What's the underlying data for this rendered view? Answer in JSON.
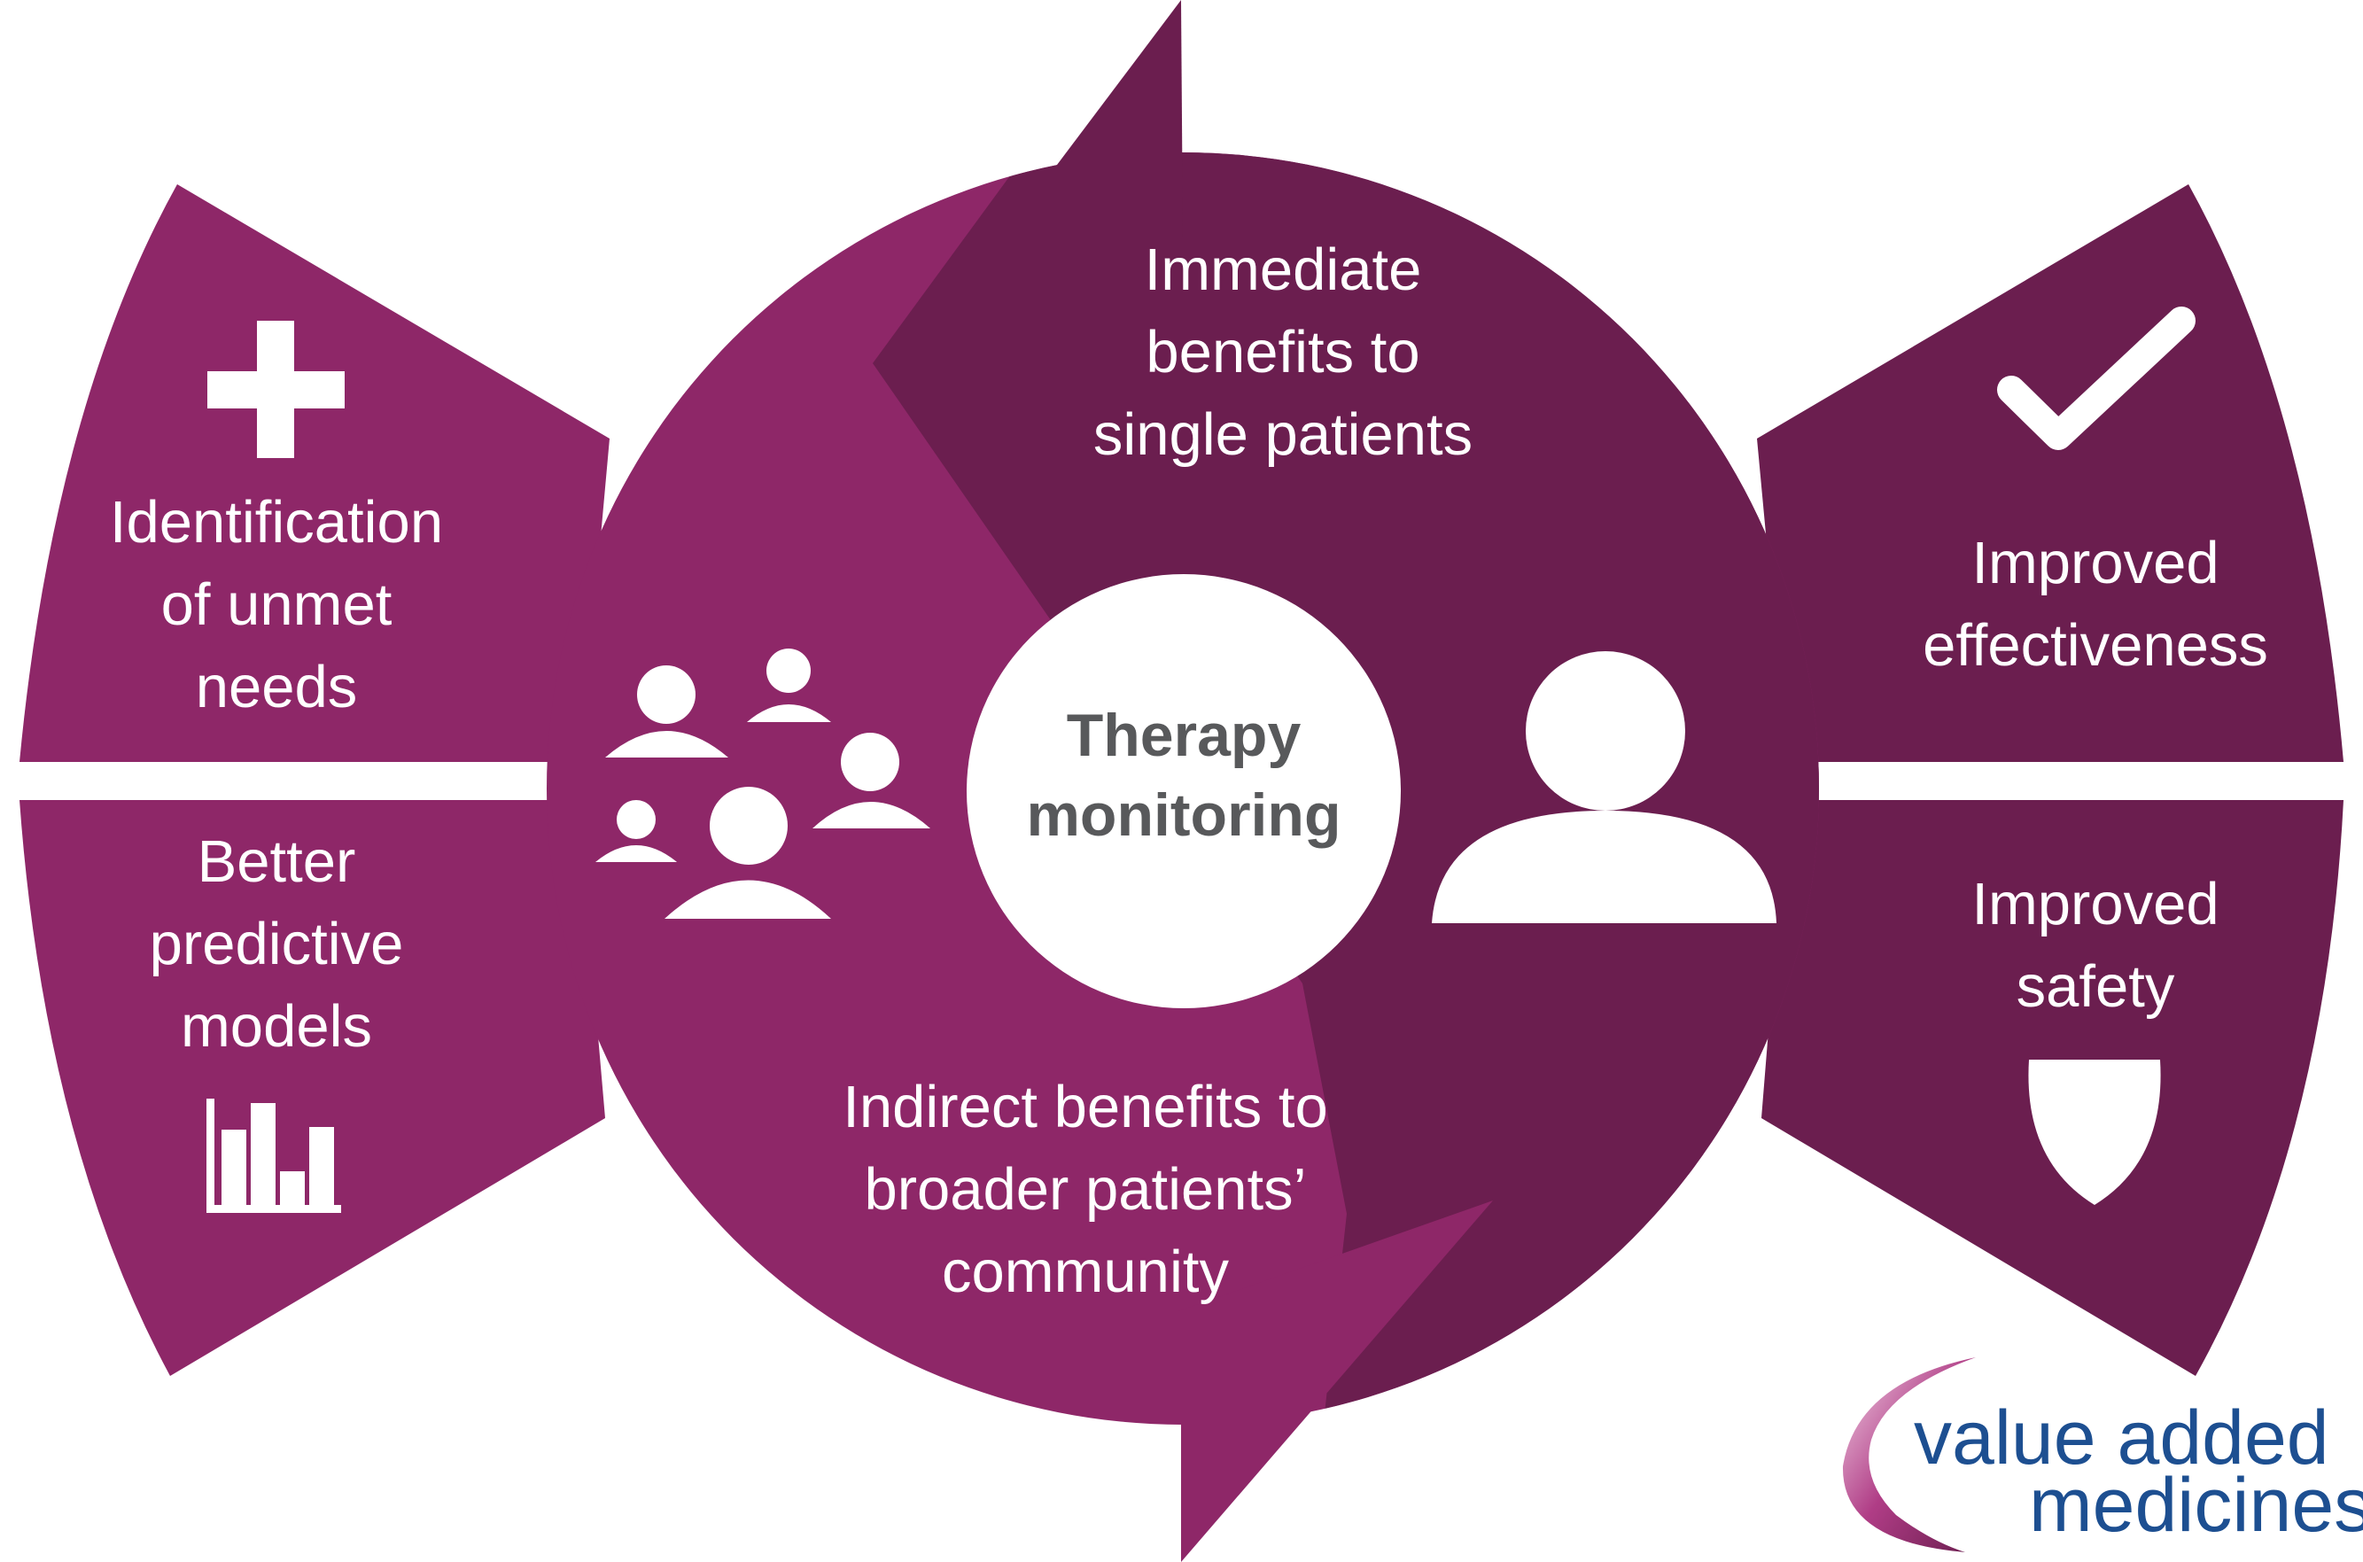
{
  "center": {
    "line1": "Therapy",
    "line2": "monitoring"
  },
  "top_arrow": {
    "lines": [
      "Immediate",
      "benefits to",
      "single patients"
    ]
  },
  "bottom_arrow": {
    "lines": [
      "Indirect benefits to",
      "broader patients’",
      "community"
    ]
  },
  "left_top": {
    "lines": [
      "Identification",
      "of unmet",
      "needs"
    ],
    "icon": "plus-icon"
  },
  "left_bottom": {
    "lines": [
      "Better",
      "predictive",
      "models"
    ],
    "icon": "bar-chart-icon"
  },
  "right_top": {
    "lines": [
      "Improved",
      "effectiveness"
    ],
    "icon": "checkmark-icon"
  },
  "right_bottom": {
    "lines": [
      "Improved",
      "safety"
    ],
    "icon": "shield-icon"
  },
  "logo": {
    "line1": "value added",
    "line2": "medicines"
  },
  "colors": {
    "light_purple": "#8e2768",
    "dark_purple": "#6b1e4f",
    "text_gray": "#58595b",
    "logo_blue": "#1d4f91"
  }
}
